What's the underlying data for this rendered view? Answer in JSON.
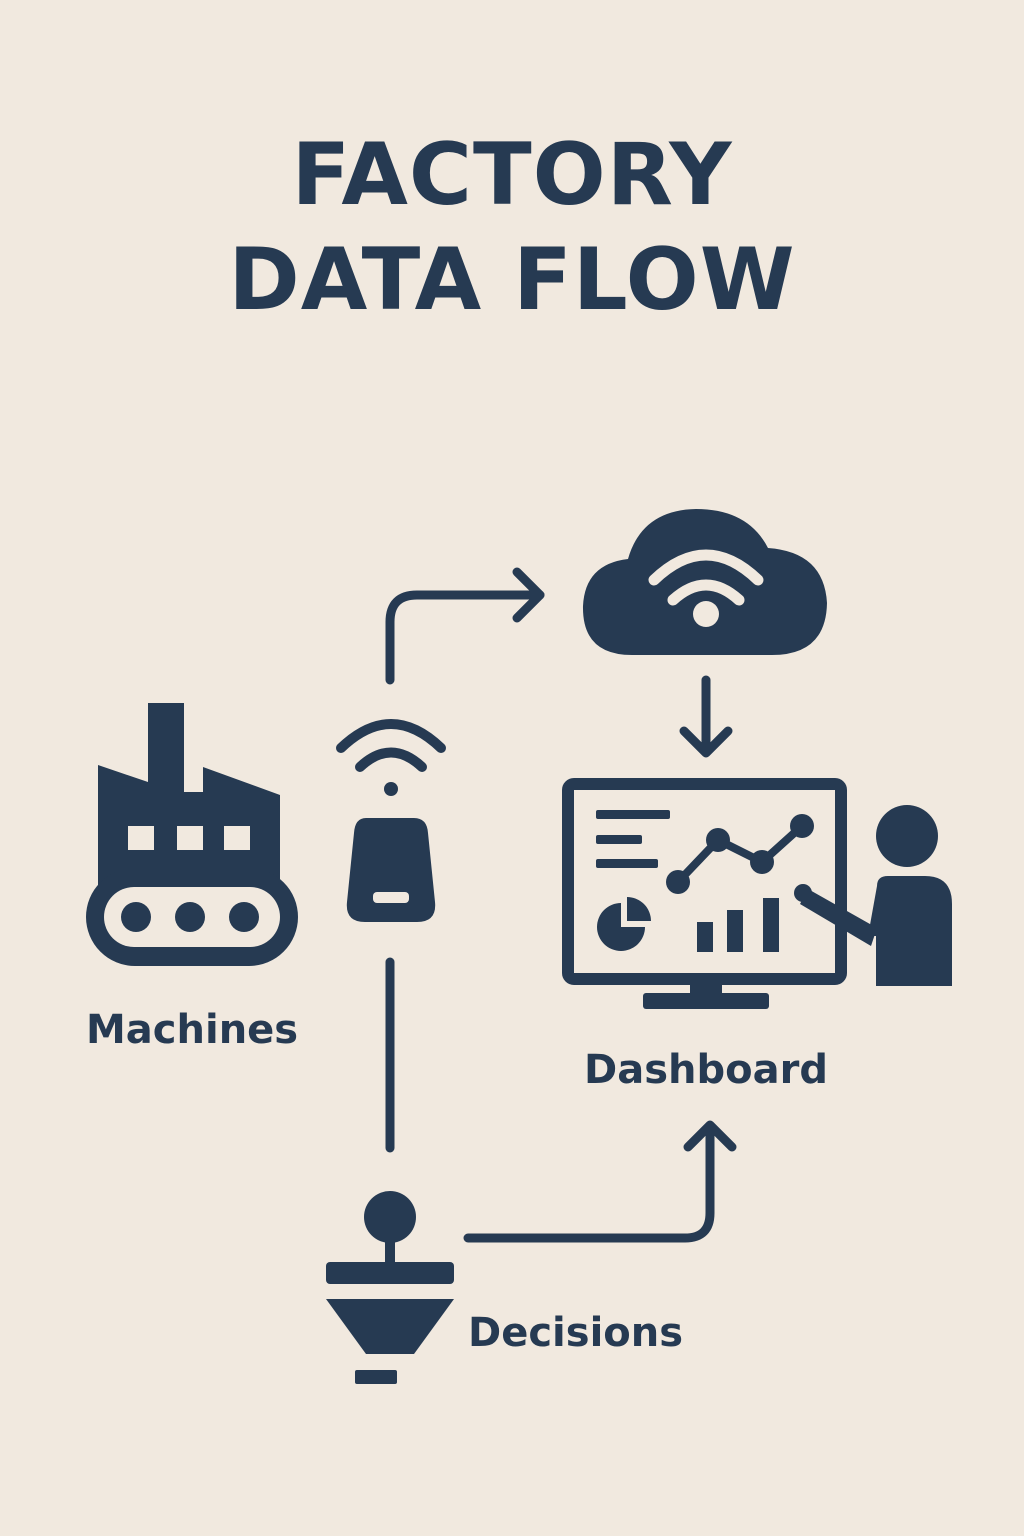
{
  "title": {
    "line1": "FACTORY",
    "line2": "DATA FLOW"
  },
  "nodes": {
    "machines": {
      "label": "Machines",
      "icon": "factory-icon"
    },
    "sensor": {
      "label": "",
      "icon": "wireless-sensor-icon"
    },
    "cloud": {
      "label": "",
      "icon": "cloud-wifi-icon"
    },
    "dashboard": {
      "label": "Dashboard",
      "icon": "monitor-analytics-icon"
    },
    "decisions": {
      "label": "Decisions",
      "icon": "decision-funnel-icon"
    }
  },
  "colors": {
    "ink": "#263a52",
    "background": "#f1e9df"
  }
}
